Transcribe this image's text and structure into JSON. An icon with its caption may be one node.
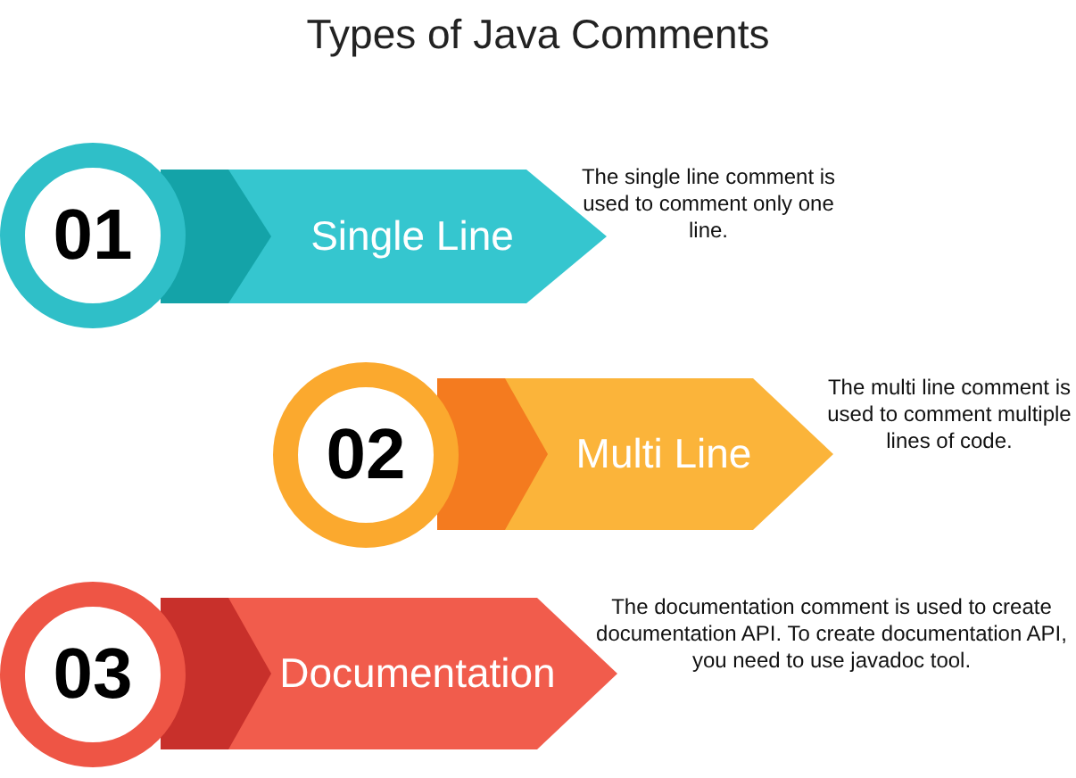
{
  "diagram": {
    "title": "Types of Java Comments",
    "nodes": [
      {
        "text": [
          "01"
        ]
      },
      {
        "text": [
          "Single Line"
        ],
        "beside": [
          "The single line comment is used to comment only one line."
        ]
      },
      {
        "text": [
          "02"
        ]
      },
      {
        "text": [
          "Multi Line"
        ],
        "beside": [
          "The multi line comment is used to comment multiple lines of code."
        ]
      },
      {
        "text": [
          "03"
        ]
      },
      {
        "text": [
          "Documentation"
        ],
        "beside": [
          "The documentation comment is used to create documentation API. To create documentation API, you need to use javadoc tool."
        ]
      }
    ]
  }
}
